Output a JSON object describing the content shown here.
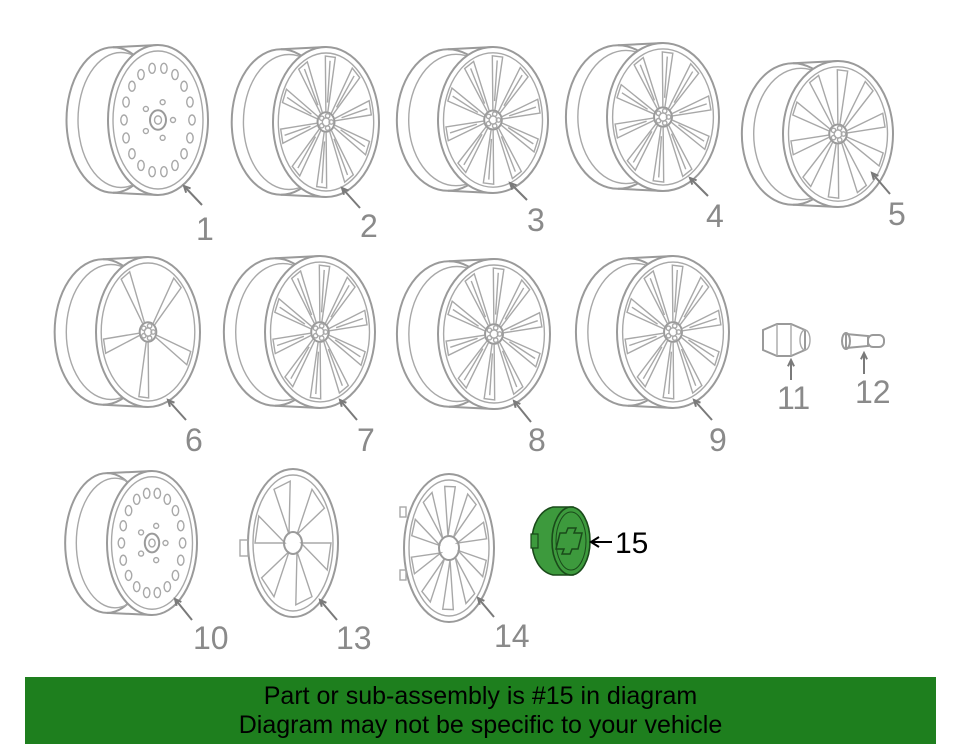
{
  "diagram": {
    "highlight_color": "#3d9a3d",
    "line_color": "#9a9a9a",
    "callouts": [
      {
        "id": "1",
        "label": "1",
        "part": "steel-wheel-icon"
      },
      {
        "id": "2",
        "label": "2",
        "part": "alloy-wheel-icon"
      },
      {
        "id": "3",
        "label": "3",
        "part": "alloy-wheel-icon"
      },
      {
        "id": "4",
        "label": "4",
        "part": "alloy-wheel-icon"
      },
      {
        "id": "5",
        "label": "5",
        "part": "alloy-wheel-icon"
      },
      {
        "id": "6",
        "label": "6",
        "part": "alloy-wheel-icon"
      },
      {
        "id": "7",
        "label": "7",
        "part": "alloy-wheel-icon"
      },
      {
        "id": "8",
        "label": "8",
        "part": "alloy-wheel-icon"
      },
      {
        "id": "9",
        "label": "9",
        "part": "alloy-wheel-icon"
      },
      {
        "id": "10",
        "label": "10",
        "part": "spare-wheel-icon"
      },
      {
        "id": "11",
        "label": "11",
        "part": "lug-nut-icon"
      },
      {
        "id": "12",
        "label": "12",
        "part": "valve-stem-icon"
      },
      {
        "id": "13",
        "label": "13",
        "part": "wheel-cover-icon"
      },
      {
        "id": "14",
        "label": "14",
        "part": "wheel-cover-icon"
      },
      {
        "id": "15",
        "label": "15",
        "part": "center-cap-icon"
      }
    ]
  },
  "footer": {
    "line1": "Part or sub-assembly is #15 in diagram",
    "line2": "Diagram may not be specific to your vehicle",
    "background": "#1e7f1e"
  }
}
